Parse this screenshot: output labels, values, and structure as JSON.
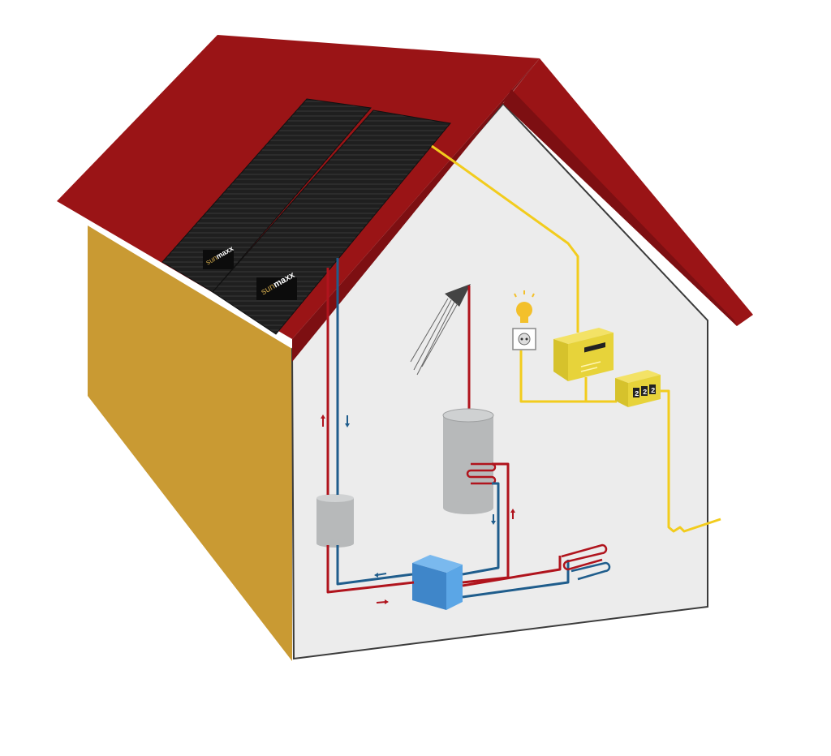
{
  "panel_left": {
    "brand_sun": "sun",
    "brand_rest": "maxx"
  },
  "panel_right": {
    "brand_sun": "sun",
    "brand_rest": "maxx"
  },
  "meter": {
    "digits": [
      "2",
      "2",
      "2"
    ]
  },
  "colors": {
    "roof": "#9a1416",
    "roof_dark": "#7d0f12",
    "side_wall": "#c99a33",
    "front_wall": "#ececec",
    "panel": "#1e1e1e",
    "hot_pipe": "#b0141d",
    "cold_pipe": "#1f5d8c",
    "electric": "#f2cc1d",
    "inverter": "#e7d33a",
    "heat_pump": "#5ba6e6",
    "tank": "#b7b9ba"
  },
  "icons": {
    "flow_arrows": [
      "arrow-up-hot",
      "arrow-down-cold",
      "arrow-left-cold",
      "arrow-right-hot"
    ],
    "lamp": "lightbulb-icon",
    "socket": "power-socket-icon",
    "shower": "shower-head-icon"
  }
}
